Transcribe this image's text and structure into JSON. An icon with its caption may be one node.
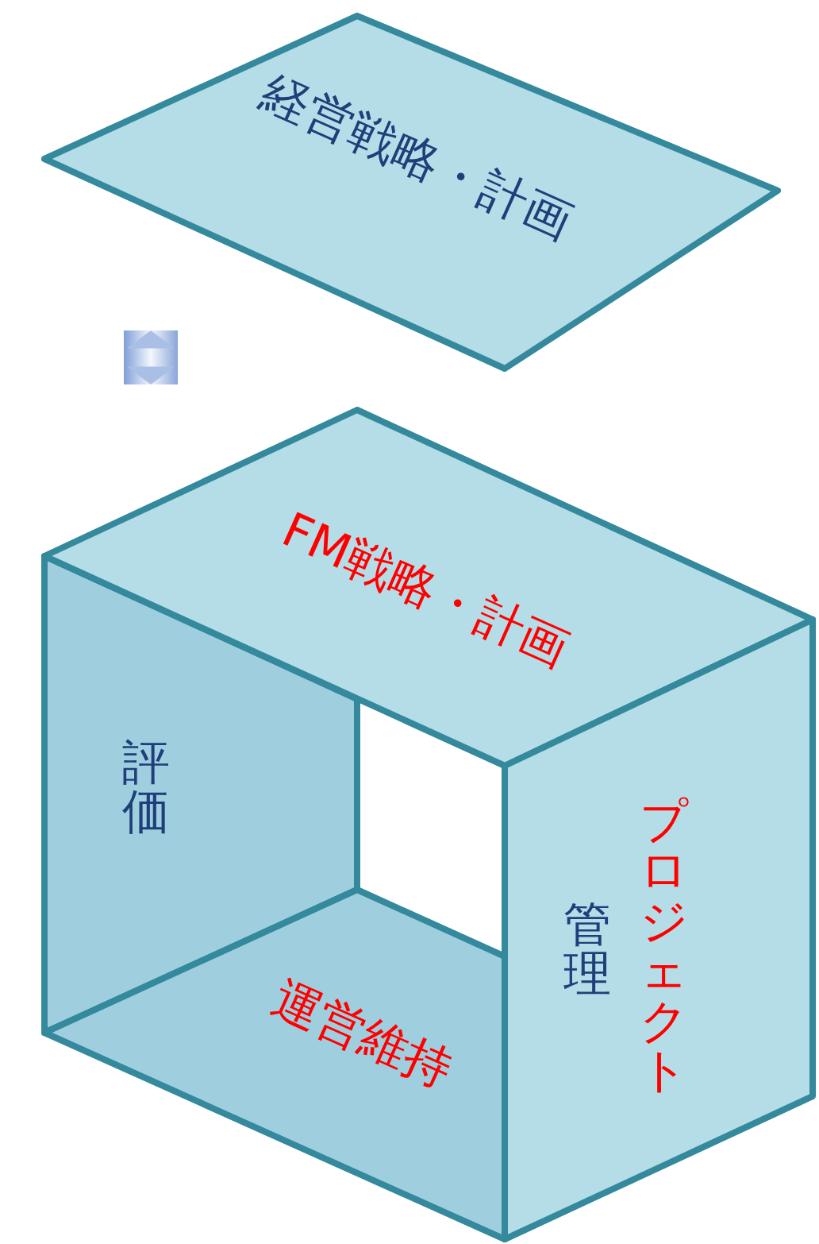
{
  "diagram": {
    "nodes": [
      {
        "text": [
          "経営戦略・計画"
        ]
      },
      {
        "text": [
          "FM戦略・計画"
        ]
      },
      {
        "text": [
          "評価"
        ]
      },
      {
        "text": [
          "運営維持"
        ]
      },
      {
        "text": [
          "管理",
          "プロジェクト"
        ]
      }
    ],
    "edges": [
      {
        "from": 0,
        "to": 1,
        "arrow": "both"
      }
    ]
  }
}
